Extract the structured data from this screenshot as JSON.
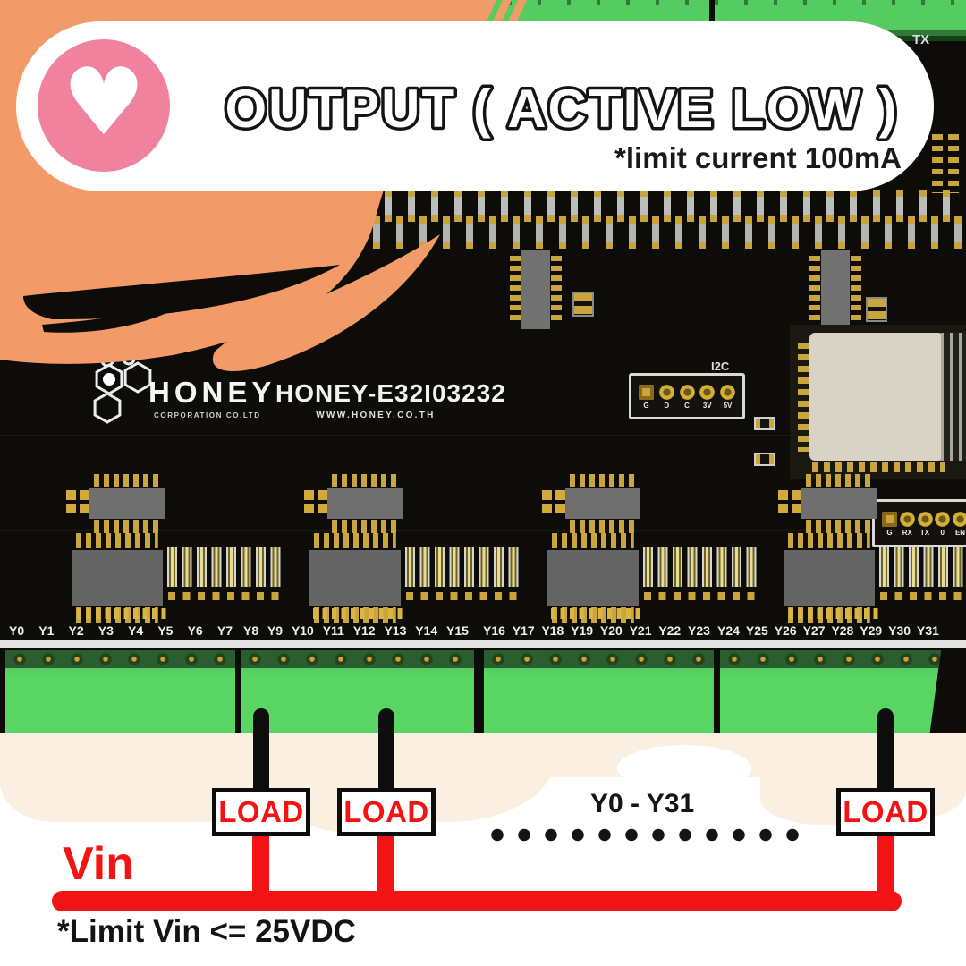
{
  "header": {
    "title": "OUTPUT ( ACTIVE LOW )",
    "note": "*limit current 100mA"
  },
  "board": {
    "brand": "HONEY",
    "brand_subtitle": "CORPORATION CO.LTD",
    "model": "HONEY-E32I03232",
    "website": "WWW.HONEY.CO.TH",
    "tx_silk": "TX",
    "i2c": {
      "label": "I2C",
      "pins": [
        "G",
        "D",
        "C",
        "3V",
        "5V"
      ]
    },
    "uart": {
      "pins": [
        "G",
        "RX",
        "TX",
        "0",
        "EN"
      ]
    },
    "outputs": [
      "Y0",
      "Y1",
      "Y2",
      "Y3",
      "Y4",
      "Y5",
      "Y6",
      "Y7",
      "Y8",
      "Y9",
      "Y10",
      "Y11",
      "Y12",
      "Y13",
      "Y14",
      "Y15",
      "Y16",
      "Y17",
      "Y18",
      "Y19",
      "Y20",
      "Y21",
      "Y22",
      "Y23",
      "Y24",
      "Y25",
      "Y26",
      "Y27",
      "Y28",
      "Y29",
      "Y30",
      "Y31"
    ]
  },
  "wiring": {
    "vin_label": "Vin",
    "load_label": "LOAD",
    "range_label": "Y0 - Y31",
    "limit_note": "*Limit Vin <= 25VDC"
  },
  "colors": {
    "accent_orange": "#F29A68",
    "accent_pink": "#F0829D",
    "wire_red": "#F21414",
    "terminal_green": "#57D463",
    "pcb_black": "#0D0C08",
    "cream": "#FAEFE0"
  }
}
